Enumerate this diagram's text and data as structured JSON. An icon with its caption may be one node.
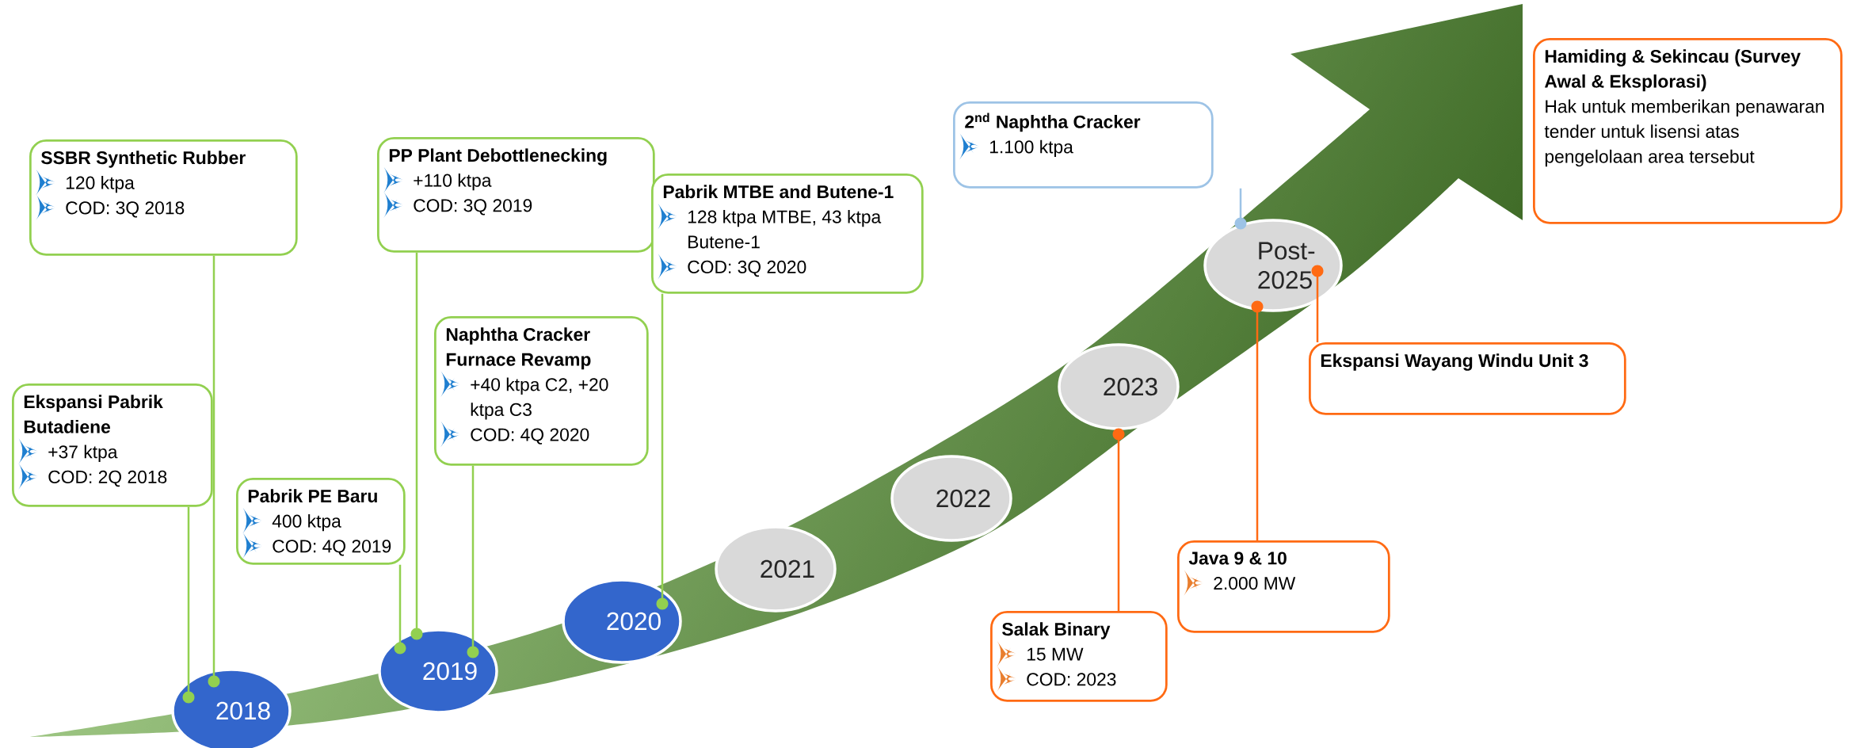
{
  "diagram": {
    "nodes": [
      {
        "text": [
          "SSBR Synthetic Rubber",
          "120 ktpa",
          "COD: 3Q 2018"
        ]
      },
      {
        "text": [
          "Ekspansi Pabrik Butadiene",
          "+37 ktpa",
          "COD: 2Q 2018"
        ]
      },
      {
        "text": [
          "Pabrik PE Baru",
          "400 ktpa",
          "COD: 4Q 2019"
        ]
      },
      {
        "text": [
          "PP Plant Debottlenecking",
          "+110 ktpa",
          "COD: 3Q 2019"
        ]
      },
      {
        "text": [
          "Naphtha Cracker Furnace Revamp",
          "+40 ktpa C2, +20 ktpa C3",
          "COD: 4Q 2020"
        ]
      },
      {
        "text": [
          "Pabrik MTBE and Butene-1",
          "128 ktpa MTBE, 43 ktpa Butene-1",
          "COD: 3Q 2020"
        ]
      },
      {
        "text": [
          "2$^{nd}$ Naphtha Cracker",
          "1.100 ktpa"
        ]
      },
      {
        "text": [
          "Hamiding & Sekincau (Survey Awal & Eksplorasi)",
          "Hak untuk memberikan penawaran tender untuk lisensi atas pengelolaan area tersebut"
        ]
      },
      {
        "text": [
          "Ekspansi Wayang Windu Unit 3"
        ]
      },
      {
        "text": [
          "Java 9 & 10",
          "2.000 MW"
        ]
      },
      {
        "text": [
          "Salak Binary",
          "15 MW",
          "COD: 2023"
        ]
      },
      {
        "text": [
          "2018"
        ]
      },
      {
        "text": [
          "2019"
        ]
      },
      {
        "text": [
          "2020"
        ]
      },
      {
        "text": [
          "2021"
        ]
      },
      {
        "text": [
          "2022"
        ]
      },
      {
        "text": [
          "2023"
        ]
      },
      {
        "text": [
          "Post-2025"
        ]
      }
    ],
    "edges": [
      {
        "from": 0,
        "to": 11,
        "arrow": "other"
      },
      {
        "from": 1,
        "to": 11,
        "arrow": "other"
      },
      {
        "from": 2,
        "to": 12,
        "arrow": "other"
      },
      {
        "from": 3,
        "to": 12,
        "arrow": "other"
      },
      {
        "from": 4,
        "to": 12,
        "arrow": "other"
      },
      {
        "from": 5,
        "to": 13,
        "arrow": "other"
      },
      {
        "from": 6,
        "to": 17,
        "arrow": "other",
        "color": "#9dc3e6"
      },
      {
        "from": 10,
        "to": 16,
        "arrow": "other",
        "color": "#ff6a13"
      },
      {
        "from": 9,
        "to": 17,
        "arrow": "other",
        "color": "#ff6a13"
      },
      {
        "from": 8,
        "to": 17,
        "arrow": "other",
        "color": "#ff6a13"
      }
    ]
  }
}
